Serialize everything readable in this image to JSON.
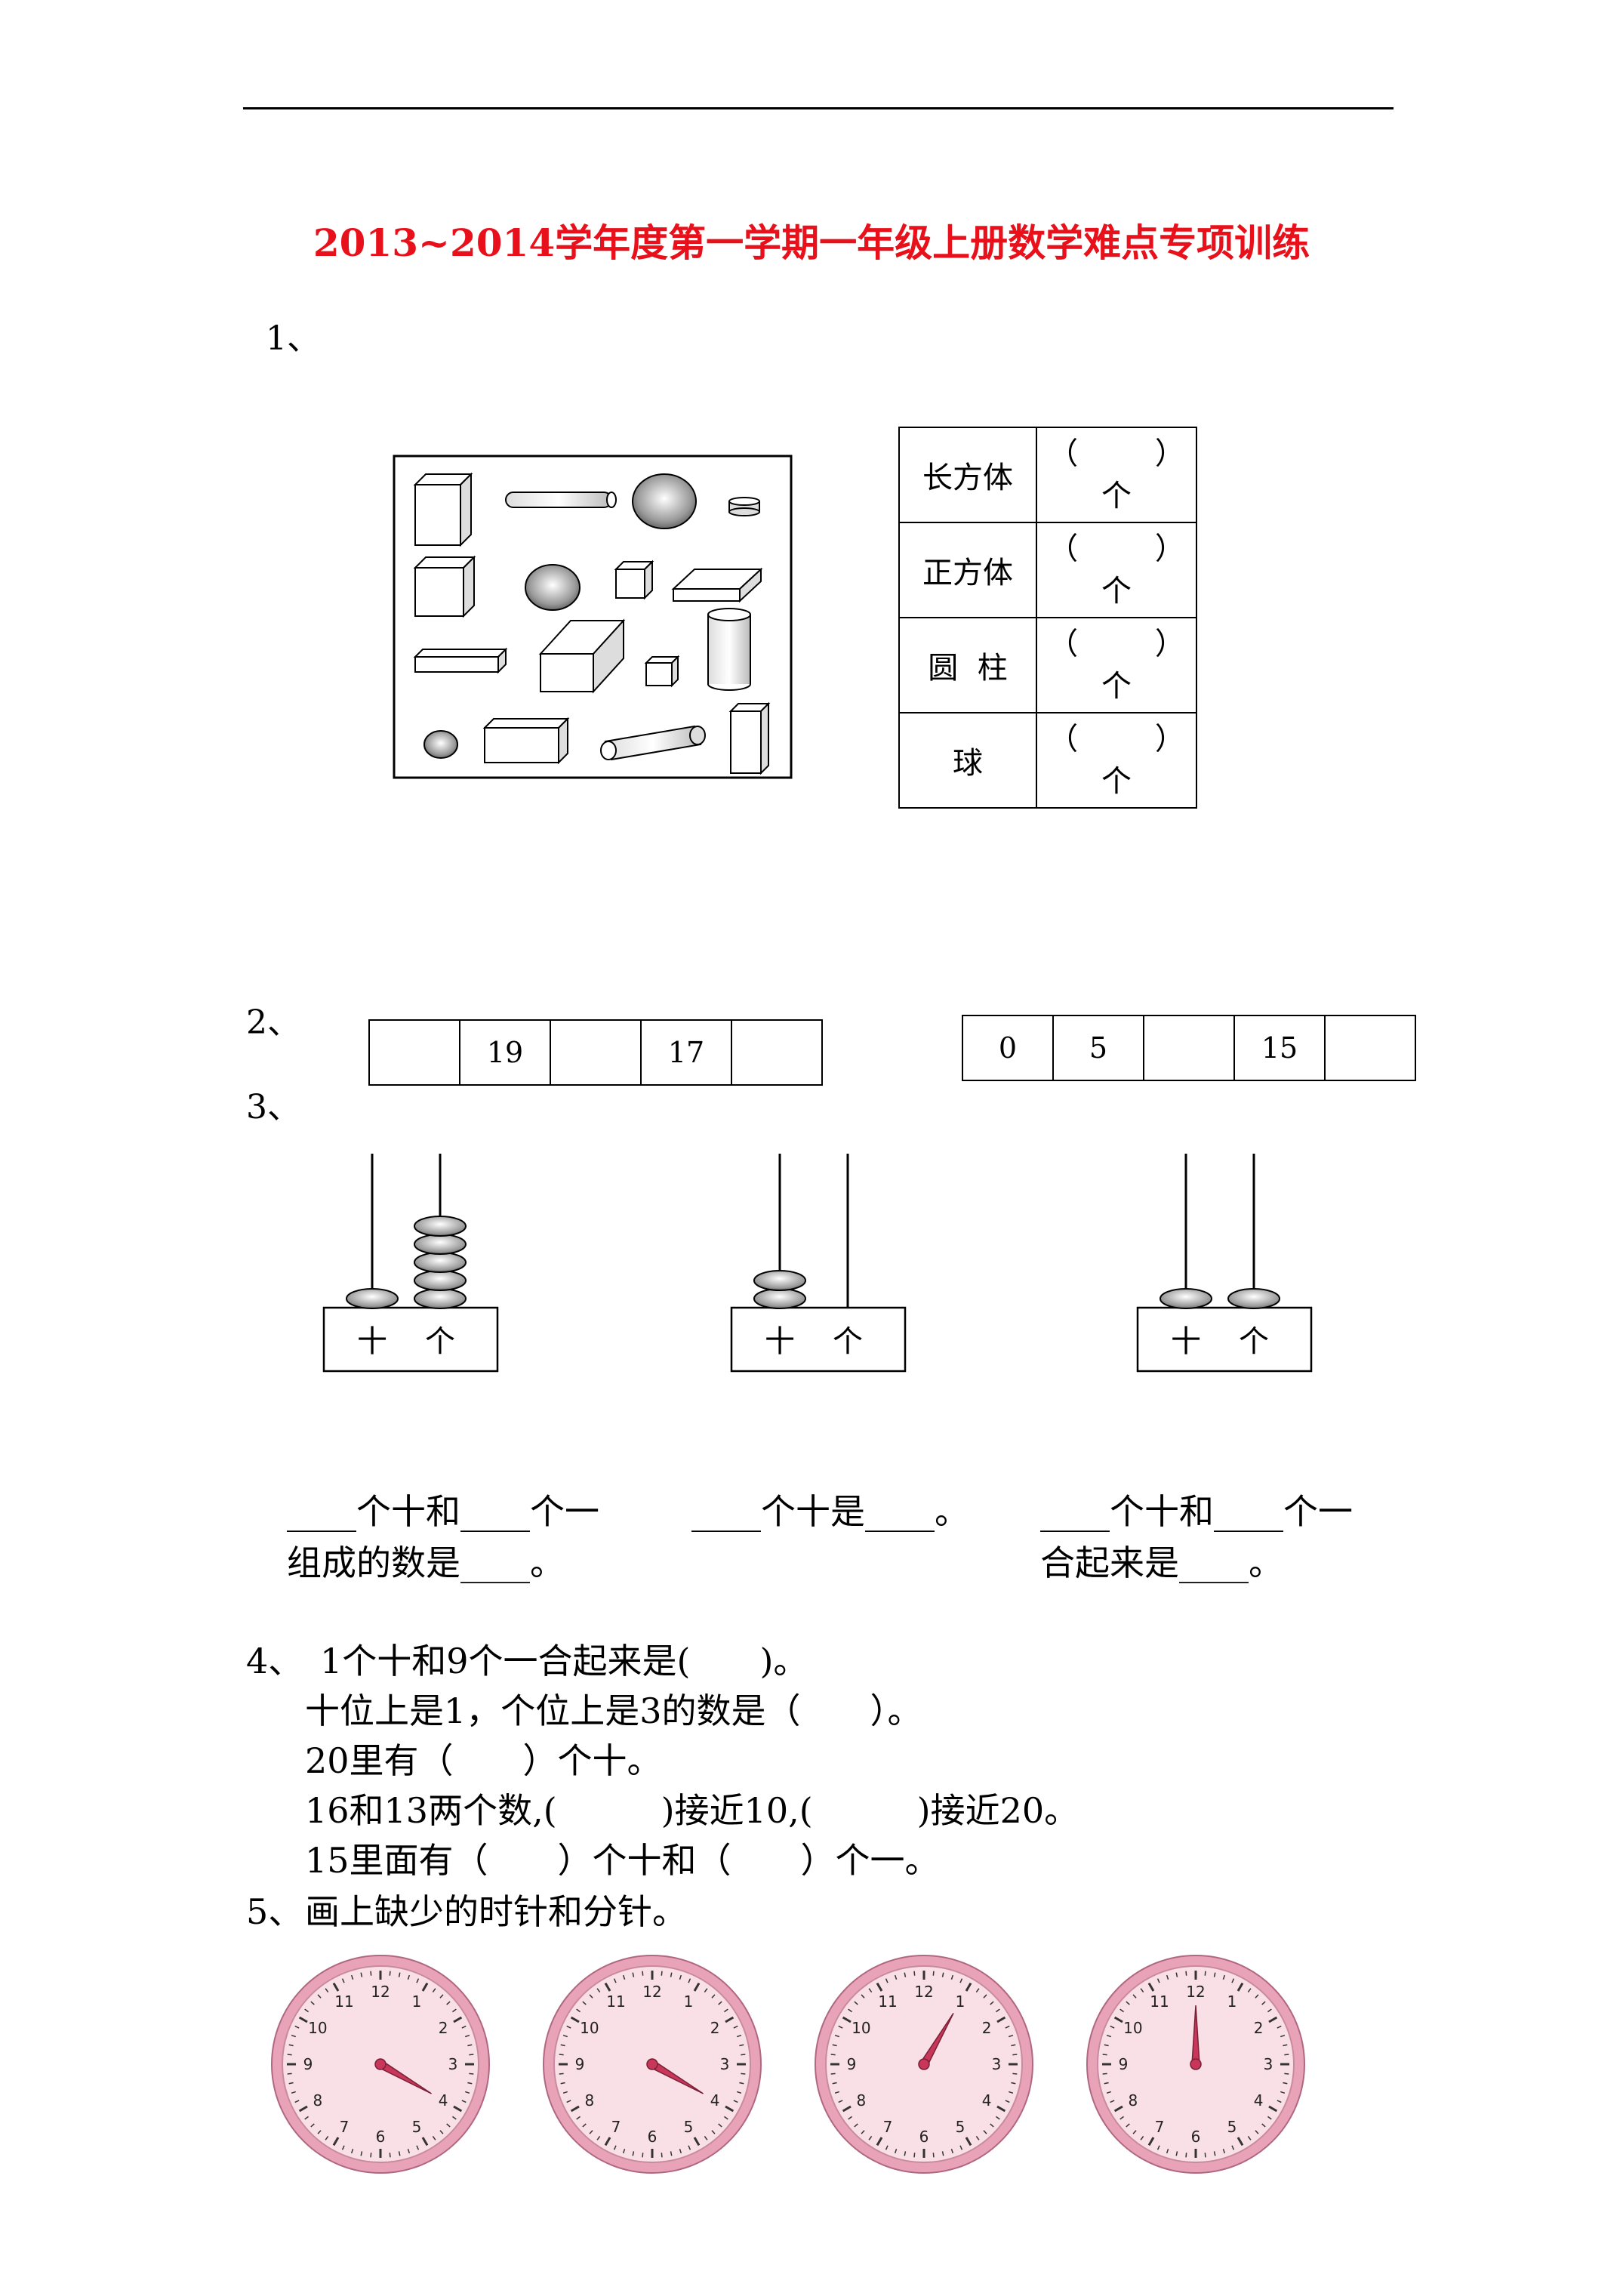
{
  "title": "2013~2014学年度第一学期一年级上册数学难点专项训练",
  "q1": {
    "number": "1、",
    "rows": [
      {
        "label": "长方体",
        "open": "（",
        "close": "）",
        "unit": "个"
      },
      {
        "label": "正方体",
        "open": "（",
        "close": "）",
        "unit": "个"
      },
      {
        "label": "圆  柱",
        "open": "（",
        "close": "）",
        "unit": "个"
      },
      {
        "label": "球",
        "open": "（",
        "close": "）",
        "unit": "个"
      }
    ]
  },
  "q2": {
    "number": "2、",
    "row1": [
      "",
      "19",
      "",
      "17",
      ""
    ],
    "row2": [
      "0",
      "5",
      "",
      "15",
      ""
    ]
  },
  "q3": {
    "number": "3、",
    "place_tens": "十",
    "place_ones": "个",
    "abaci": [
      {
        "tens_beads": 1,
        "ones_beads": 5
      },
      {
        "tens_beads": 2,
        "ones_beads": 0
      },
      {
        "tens_beads": 1,
        "ones_beads": 1
      }
    ],
    "fill1_line1": "____个十和____个一",
    "fill1_line2": "组成的数是____。",
    "fill2_line1": "____个十是____。",
    "fill3_line1": "____个十和____个一",
    "fill3_line2": "合起来是____。"
  },
  "q4": {
    "number": "4、",
    "lines": [
      "1个十和9个一合起来是(　　)。",
      "十位上是1，个位上是3的数是（　　）。",
      "20里有（　　）个十。",
      "16和13两个数,(　　　)接近10,(　　　)接近20。",
      "15里面有（　　）个十和（　　）个一。"
    ]
  },
  "q5": {
    "number": "5、",
    "text": "画上缺少的时针和分针。",
    "clock_numbers": [
      "12",
      "1",
      "2",
      "3",
      "4",
      "5",
      "6",
      "7",
      "8",
      "9",
      "10",
      "11"
    ],
    "clocks": [
      {
        "hand_hour": 4.0
      },
      {
        "hand_hour": 4.0
      },
      {
        "hand_hour": 1.0
      },
      {
        "hand_hour": 12.0
      }
    ],
    "colors": {
      "face": "#f9dfe6",
      "rim": "#e9a3b8",
      "hand": "#c8365a",
      "title": "#e8101a"
    }
  }
}
